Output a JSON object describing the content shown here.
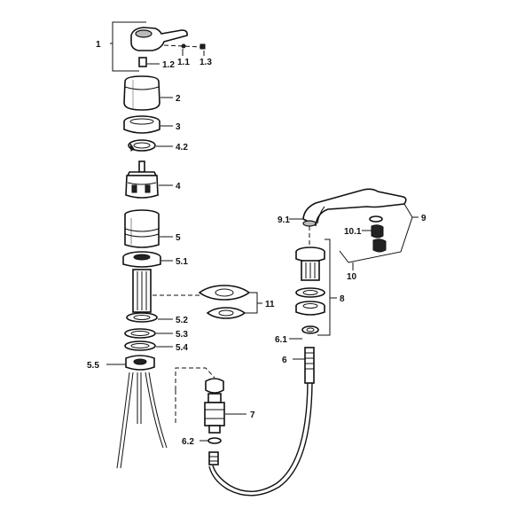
{
  "labels": {
    "p1": "1",
    "p1_1": "1.1",
    "p1_2": "1.2",
    "p1_3": "1.3",
    "p2": "2",
    "p3": "3",
    "p4_2": "4.2",
    "p4": "4",
    "p5": "5",
    "p5_1": "5.1",
    "p5_2": "5.2",
    "p5_3": "5.3",
    "p5_4": "5.4",
    "p5_5": "5.5",
    "p6": "6",
    "p6_1": "6.1",
    "p6_2": "6.2",
    "p7": "7",
    "p8": "8",
    "p9": "9",
    "p9_1": "9.1",
    "p10": "10",
    "p10_1": "10.1",
    "p11": "11"
  }
}
